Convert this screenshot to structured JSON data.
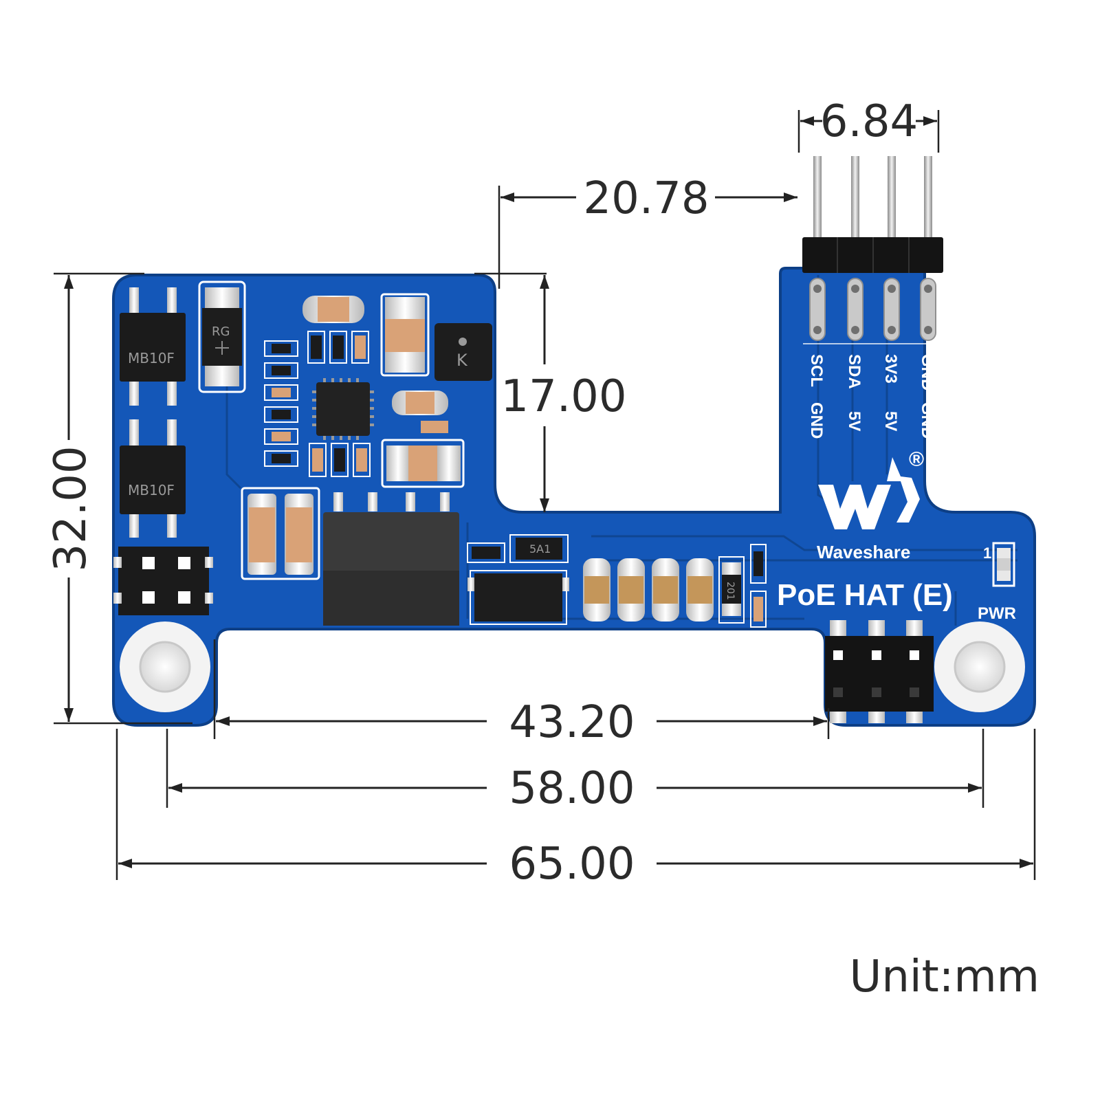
{
  "dimensions": {
    "header_pitch": "6.84",
    "header_offset": "20.78",
    "notch_depth": "17.00",
    "board_height": "32.00",
    "inner_span": "43.20",
    "hole_spacing": "58.00",
    "board_width": "65.00"
  },
  "unit_label": "Unit:mm",
  "silkscreen": {
    "pin_row1": [
      "SCL",
      "SDA",
      "3V3",
      "GND"
    ],
    "pin_row2": [
      "GND",
      "5V",
      "5V",
      "GND"
    ],
    "registered_mark": "®",
    "brand": "Waveshare",
    "product": "PoE HAT (E)",
    "led_label": "PWR",
    "pin_one": "1"
  },
  "components": {
    "bridge_top": "MB10F",
    "bridge_bottom": "MB10F",
    "diode": "RG",
    "inductor": "K",
    "sot_marking": "5A1",
    "resistor_marking": "201"
  },
  "colors": {
    "pcb": "#1457b8",
    "pcb_dark": "#0e458f",
    "silkscreen": "#ffffff",
    "capacitor": "#d9a277",
    "ic_body": "#1b1b1b",
    "dimension_text": "#2b2b2b"
  }
}
